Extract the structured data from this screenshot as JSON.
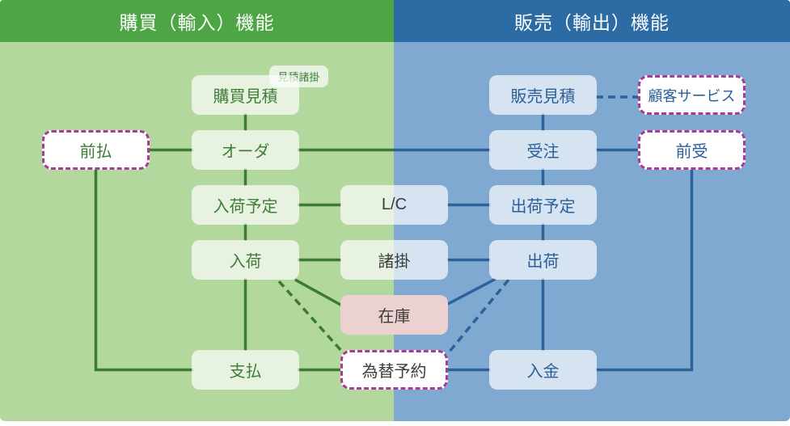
{
  "header": {
    "left_title": "購買（輸入）機能",
    "right_title": "販売（輸出）機能"
  },
  "nodes": {
    "estimate_note_tag": "見積諸掛",
    "purchase_estimate": "購買見積",
    "prepayment": "前払",
    "order": "オーダ",
    "arrival_schedule": "入荷予定",
    "arrival": "入荷",
    "payment": "支払",
    "lc": "L/C",
    "charges": "諸掛",
    "inventory": "在庫",
    "exchange_contract": "為替予約",
    "sales_estimate": "販売見積",
    "customer_service": "顧客サービス",
    "sales_order": "受注",
    "advance_received": "前受",
    "shipping_schedule": "出荷予定",
    "shipping": "出荷",
    "deposit": "入金"
  },
  "colors": {
    "header_green": "#4da546",
    "header_blue": "#2d6ba5",
    "panel_green": "#b3d89e",
    "panel_blue": "#7fa9d0",
    "line_green": "#3c7b35",
    "line_blue": "#2b629c",
    "text_green": "#3f7d38",
    "text_blue": "#2b5f98",
    "text_dark": "#3b3b3b",
    "inventory_pink": "#ecd1d1",
    "dashed_border_magenta": "#a93a95",
    "node_fill": "rgba(255,255,255,0.68)"
  }
}
